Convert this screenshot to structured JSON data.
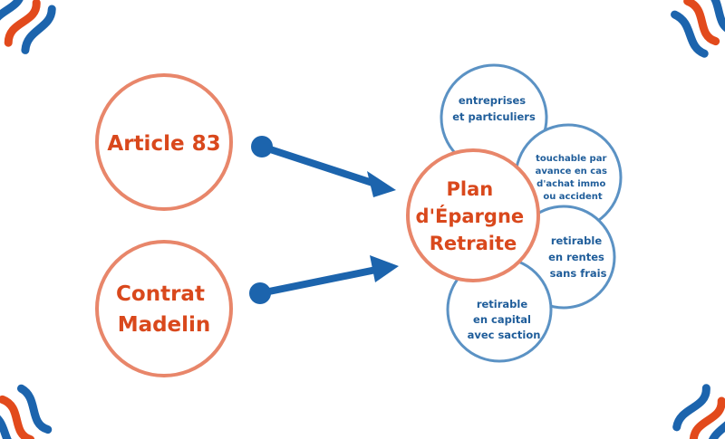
{
  "colors": {
    "orange": "#e8866a",
    "orange_text": "#d9481c",
    "blue": "#5b92c4",
    "blue_text": "#1f5d9a",
    "arrow": "#1c64ad",
    "corner_blue": "#1c64ad",
    "corner_red": "#e24a1c"
  },
  "sources": [
    {
      "lines": [
        "Article 83"
      ]
    },
    {
      "lines": [
        "Contrat",
        "Madelin"
      ]
    }
  ],
  "plan": {
    "lines": [
      "Plan",
      "d'Épargne",
      "Retraite"
    ]
  },
  "features": [
    {
      "lines": [
        "entreprises",
        "et particuliers"
      ]
    },
    {
      "lines": [
        "touchable par",
        "avance en cas",
        "d'achat immo",
        "ou accident"
      ]
    },
    {
      "lines": [
        "retirable",
        "en rentes",
        "sans frais"
      ]
    },
    {
      "lines": [
        "retirable",
        "en capital",
        "avec saction"
      ]
    }
  ],
  "decor": {
    "corner_icon": "chain-link-icon"
  }
}
